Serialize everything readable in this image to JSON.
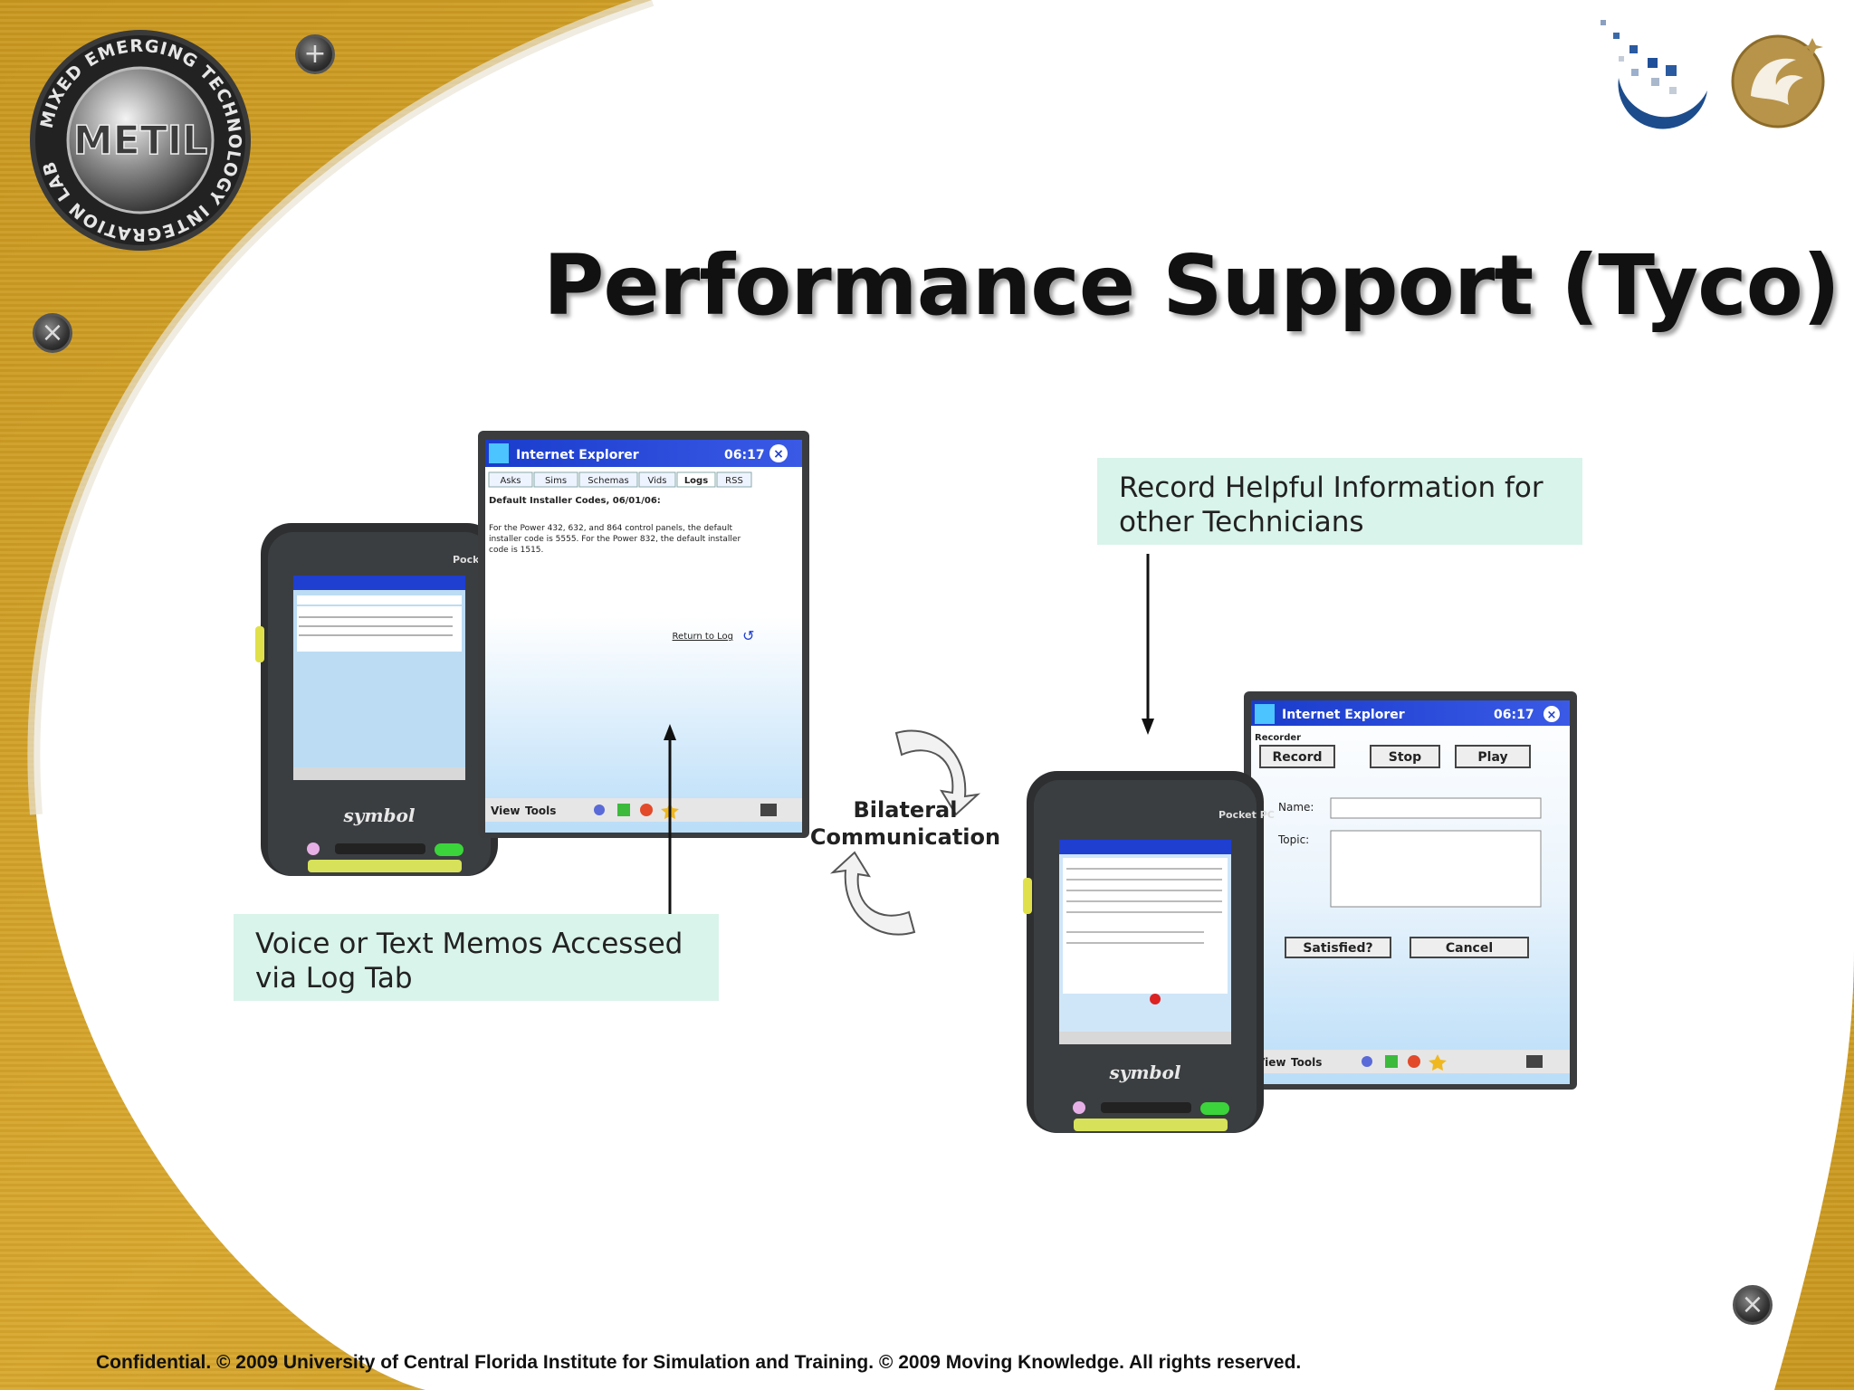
{
  "slide": {
    "title": "Performance Support (Tyco)",
    "footer": "Confidential. © 2009 University of Central Florida Institute for Simulation and Training. © 2009  Moving Knowledge.  All rights reserved."
  },
  "logo": {
    "center": "METIL",
    "ring": "MIXED EMERGING TECHNOLOGY INTEGRATION LAB"
  },
  "callouts": {
    "left": "Voice or Text Memos Accessed via Log Tab",
    "right": "Record Helpful Information for other Technicians",
    "middle_line1": "Bilateral",
    "middle_line2": "Communication"
  },
  "device_left": {
    "brand": "symbol",
    "model": "Pocket PC",
    "titlebar": "Internet Explorer",
    "time": "06:17",
    "tabs": [
      "Asks",
      "Sims",
      "Schemas",
      "Vids",
      "Logs",
      "RSS"
    ],
    "heading": "Default Installer Codes, 06/01/06:",
    "body": "For the Power 432, 632, and 864 control panels, the default installer code is 5555. For the Power 832, the default installer code is 1515.",
    "link": "Return to Log",
    "menu_view": "View",
    "menu_tools": "Tools"
  },
  "device_right": {
    "brand": "symbol",
    "model": "Pocket PC",
    "titlebar": "Internet Explorer",
    "time": "06:17",
    "section": "Recorder",
    "btn_record": "Record",
    "btn_stop": "Stop",
    "btn_play": "Play",
    "label_name": "Name:",
    "label_topic": "Topic:",
    "btn_satisfied": "Satisfied?",
    "btn_cancel": "Cancel",
    "menu_view": "View",
    "menu_tools": "Tools"
  },
  "colors": {
    "gold": "#c9971e",
    "callout_bg": "#d9f4ea",
    "ie_blue": "#1f3fd0",
    "screen_sky": "#cfe8fa"
  }
}
